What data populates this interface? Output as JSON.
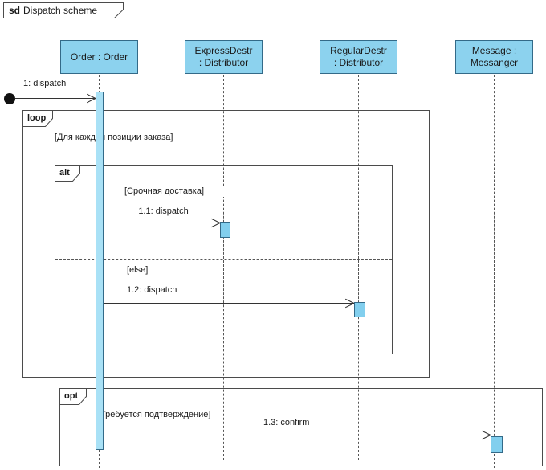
{
  "title": {
    "keyword": "sd",
    "name": "Dispatch scheme"
  },
  "lifelines": [
    {
      "name": "Order : Order",
      "line1": "Order : Order",
      "line2": ""
    },
    {
      "name": "ExpressDestr : Distributor",
      "line1": "ExpressDestr",
      "line2": ": Distributor"
    },
    {
      "name": "RegularDestr : Distributor",
      "line1": "RegularDestr",
      "line2": ": Distributor"
    },
    {
      "name": "Message : Messanger",
      "line1": "Message :",
      "line2": "Messanger"
    }
  ],
  "messages": [
    {
      "label": "1: dispatch"
    },
    {
      "label": "1.1: dispatch"
    },
    {
      "label": "1.2: dispatch"
    },
    {
      "label": "1.3: confirm"
    }
  ],
  "fragments": {
    "loop": {
      "operator": "loop",
      "guard": "[Для каждой позиции заказа]"
    },
    "alt": {
      "operator": "alt",
      "guard": "[Срочная доставка]",
      "else_guard": "[else]"
    },
    "opt": {
      "operator": "opt",
      "guard": "[Требуется подтверждение]"
    }
  },
  "colors": {
    "background": "#ffffff",
    "head_fill": "#8cd2ee",
    "activation_fill": "#a9e1f6",
    "small_activation_fill": "#82cfee",
    "shape_border": "#336a88",
    "frame_border": "#4b4b4b"
  }
}
